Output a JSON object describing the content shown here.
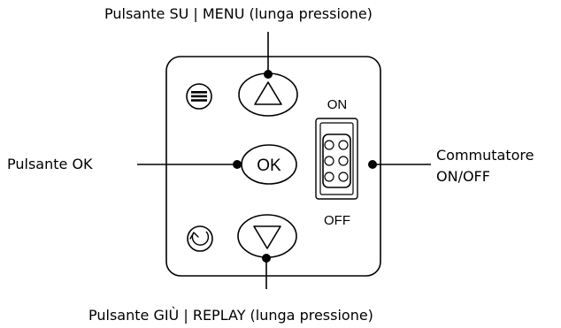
{
  "callouts": {
    "up_button": "Pulsante SU | MENU (lunga pressione)",
    "ok_button": "Pulsante OK",
    "switch_line1": "Commutatore",
    "switch_line2": "ON/OFF",
    "down_button": "Pulsante GIÙ | REPLAY (lunga pressione)"
  },
  "device": {
    "ok_text": "OK",
    "on_text": "ON",
    "off_text": "OFF"
  },
  "icons": {
    "menu": "menu-lines-icon",
    "up": "triangle-up-icon",
    "down": "triangle-down-icon",
    "replay": "replay-icon"
  },
  "colors": {
    "line": "#000000",
    "background": "#ffffff"
  }
}
